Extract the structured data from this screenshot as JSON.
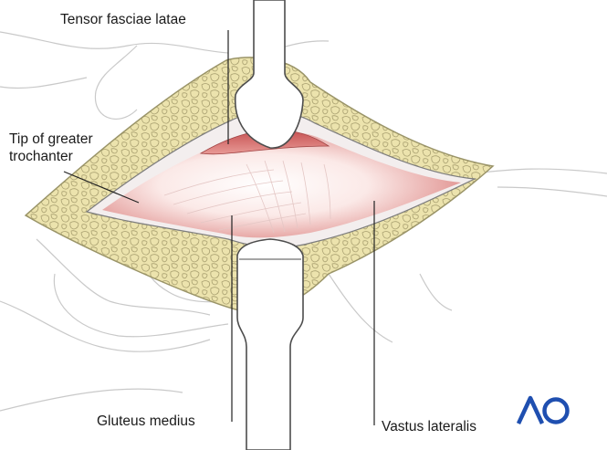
{
  "labels": {
    "tensor_fasciae_latae": "Tensor fasciae latae",
    "tip_of_greater_trochanter": "Tip of greater\ntrochanter",
    "gluteus_medius": "Gluteus medius",
    "vastus_lateralis": "Vastus lateralis"
  },
  "logo": {
    "text": "AO",
    "color": "#1f4fb0"
  },
  "colors": {
    "fat": "#ece3ad",
    "fat_outline": "#9a9468",
    "fascia": "#f7e6e4",
    "muscle_red": "#c95c5c",
    "retractor": "#ffffff",
    "retractor_outline": "#555555",
    "skin_lines": "#c8c8c8",
    "leader": "#222222"
  }
}
